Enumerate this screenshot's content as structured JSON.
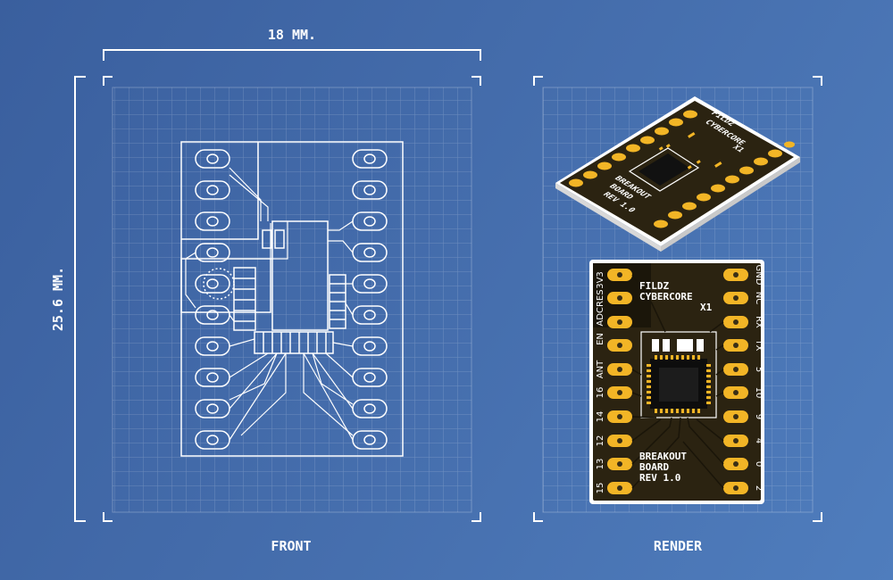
{
  "dimensions": {
    "width_label": "18 MM.",
    "height_label": "25.6 MM."
  },
  "views": {
    "front_label": "FRONT",
    "render_label": "RENDER"
  },
  "board": {
    "title_line1": "FILDZ",
    "title_line2": "CYBERCORE",
    "title_line3": "X1",
    "sub_line1": "BREAKOUT",
    "sub_line2": "BOARD",
    "sub_line3": "REV 1.0",
    "left_pins": [
      "3V3",
      "ADCRES",
      "EN",
      "ANT",
      "16",
      "14",
      "12",
      "13",
      "15"
    ],
    "right_pins": [
      "GND",
      "NC",
      "RX",
      "TX",
      "5",
      "10",
      "9",
      "4",
      "0",
      "2"
    ]
  },
  "colors": {
    "background": "#4369a8",
    "pcb": "#2b2311",
    "pad": "#f2b526",
    "silk": "#ffffff",
    "outline": "#ffffff"
  }
}
